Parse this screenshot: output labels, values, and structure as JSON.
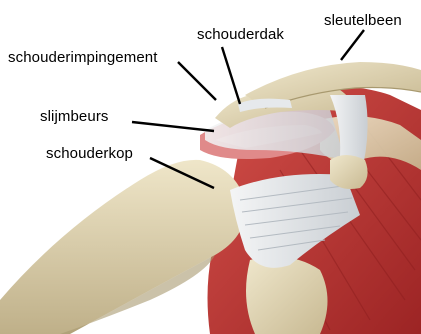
{
  "labels": {
    "impingement": "schouderimpingement",
    "shoulder_roof": "schouderdak",
    "collarbone": "sleutelbeen",
    "bursa": "slijmbeurs",
    "humeral_head": "schouderkop"
  },
  "colors": {
    "bone": "#e3d8b6",
    "bone_shadow": "#b9ab84",
    "muscle": "#c73a36",
    "muscle_dark": "#8e1f1f",
    "tendon": "#e6e9ec",
    "bursa": "#e08a8a",
    "pointer": "#000000"
  }
}
